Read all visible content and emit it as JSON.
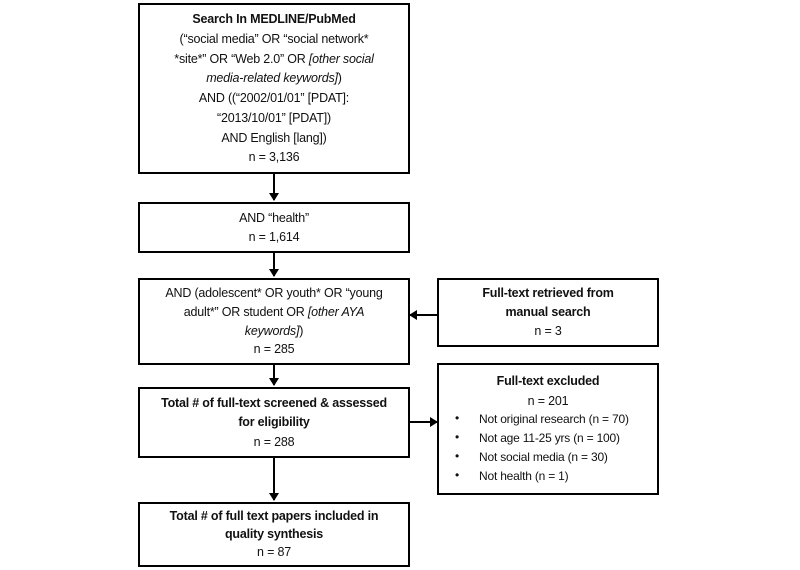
{
  "diagram": {
    "box1": {
      "title": "Search In MEDLINE/PubMed",
      "line1": "(“social media” OR “social network*",
      "line2_normal": "*site*” OR “Web 2.0” OR ",
      "line2_italic": "[other social",
      "line3_italic": "media-related keywords]",
      "line3_normal": ")",
      "line4": "AND ((“2002/01/01” [PDAT]:",
      "line5": "“2013/10/01” [PDAT])",
      "line6": "AND English [lang])",
      "n": "n = 3,136"
    },
    "box2": {
      "line1": "AND “health”",
      "n": "n = 1,614"
    },
    "box3": {
      "line1": "AND (adolescent* OR youth* OR “young",
      "line2_normal": "adult*” OR student OR ",
      "line2_italic": "[other AYA",
      "line3_italic": "keywords]",
      "line3_normal": ")",
      "n": "n = 285"
    },
    "box4": {
      "title_line1": "Total # of full-text screened & assessed",
      "title_line2": "for eligibility",
      "n": "n = 288"
    },
    "box5": {
      "title_line1": "Total # of full text papers included in",
      "title_line2": "quality synthesis",
      "n": "n = 87"
    },
    "boxA": {
      "title_line1": "Full-text retrieved from",
      "title_line2": "manual search",
      "n": "n = 3"
    },
    "boxB": {
      "title": "Full-text excluded",
      "n": "n = 201",
      "bullet_glyph": "•",
      "bullets": [
        "Not original research (n = 70)",
        "Not age 11-25 yrs (n = 100)",
        "Not social media (n = 30)",
        "Not health (n = 1)"
      ]
    }
  },
  "colors": {
    "border": "#000000",
    "text": "#111111",
    "background": "#ffffff"
  }
}
